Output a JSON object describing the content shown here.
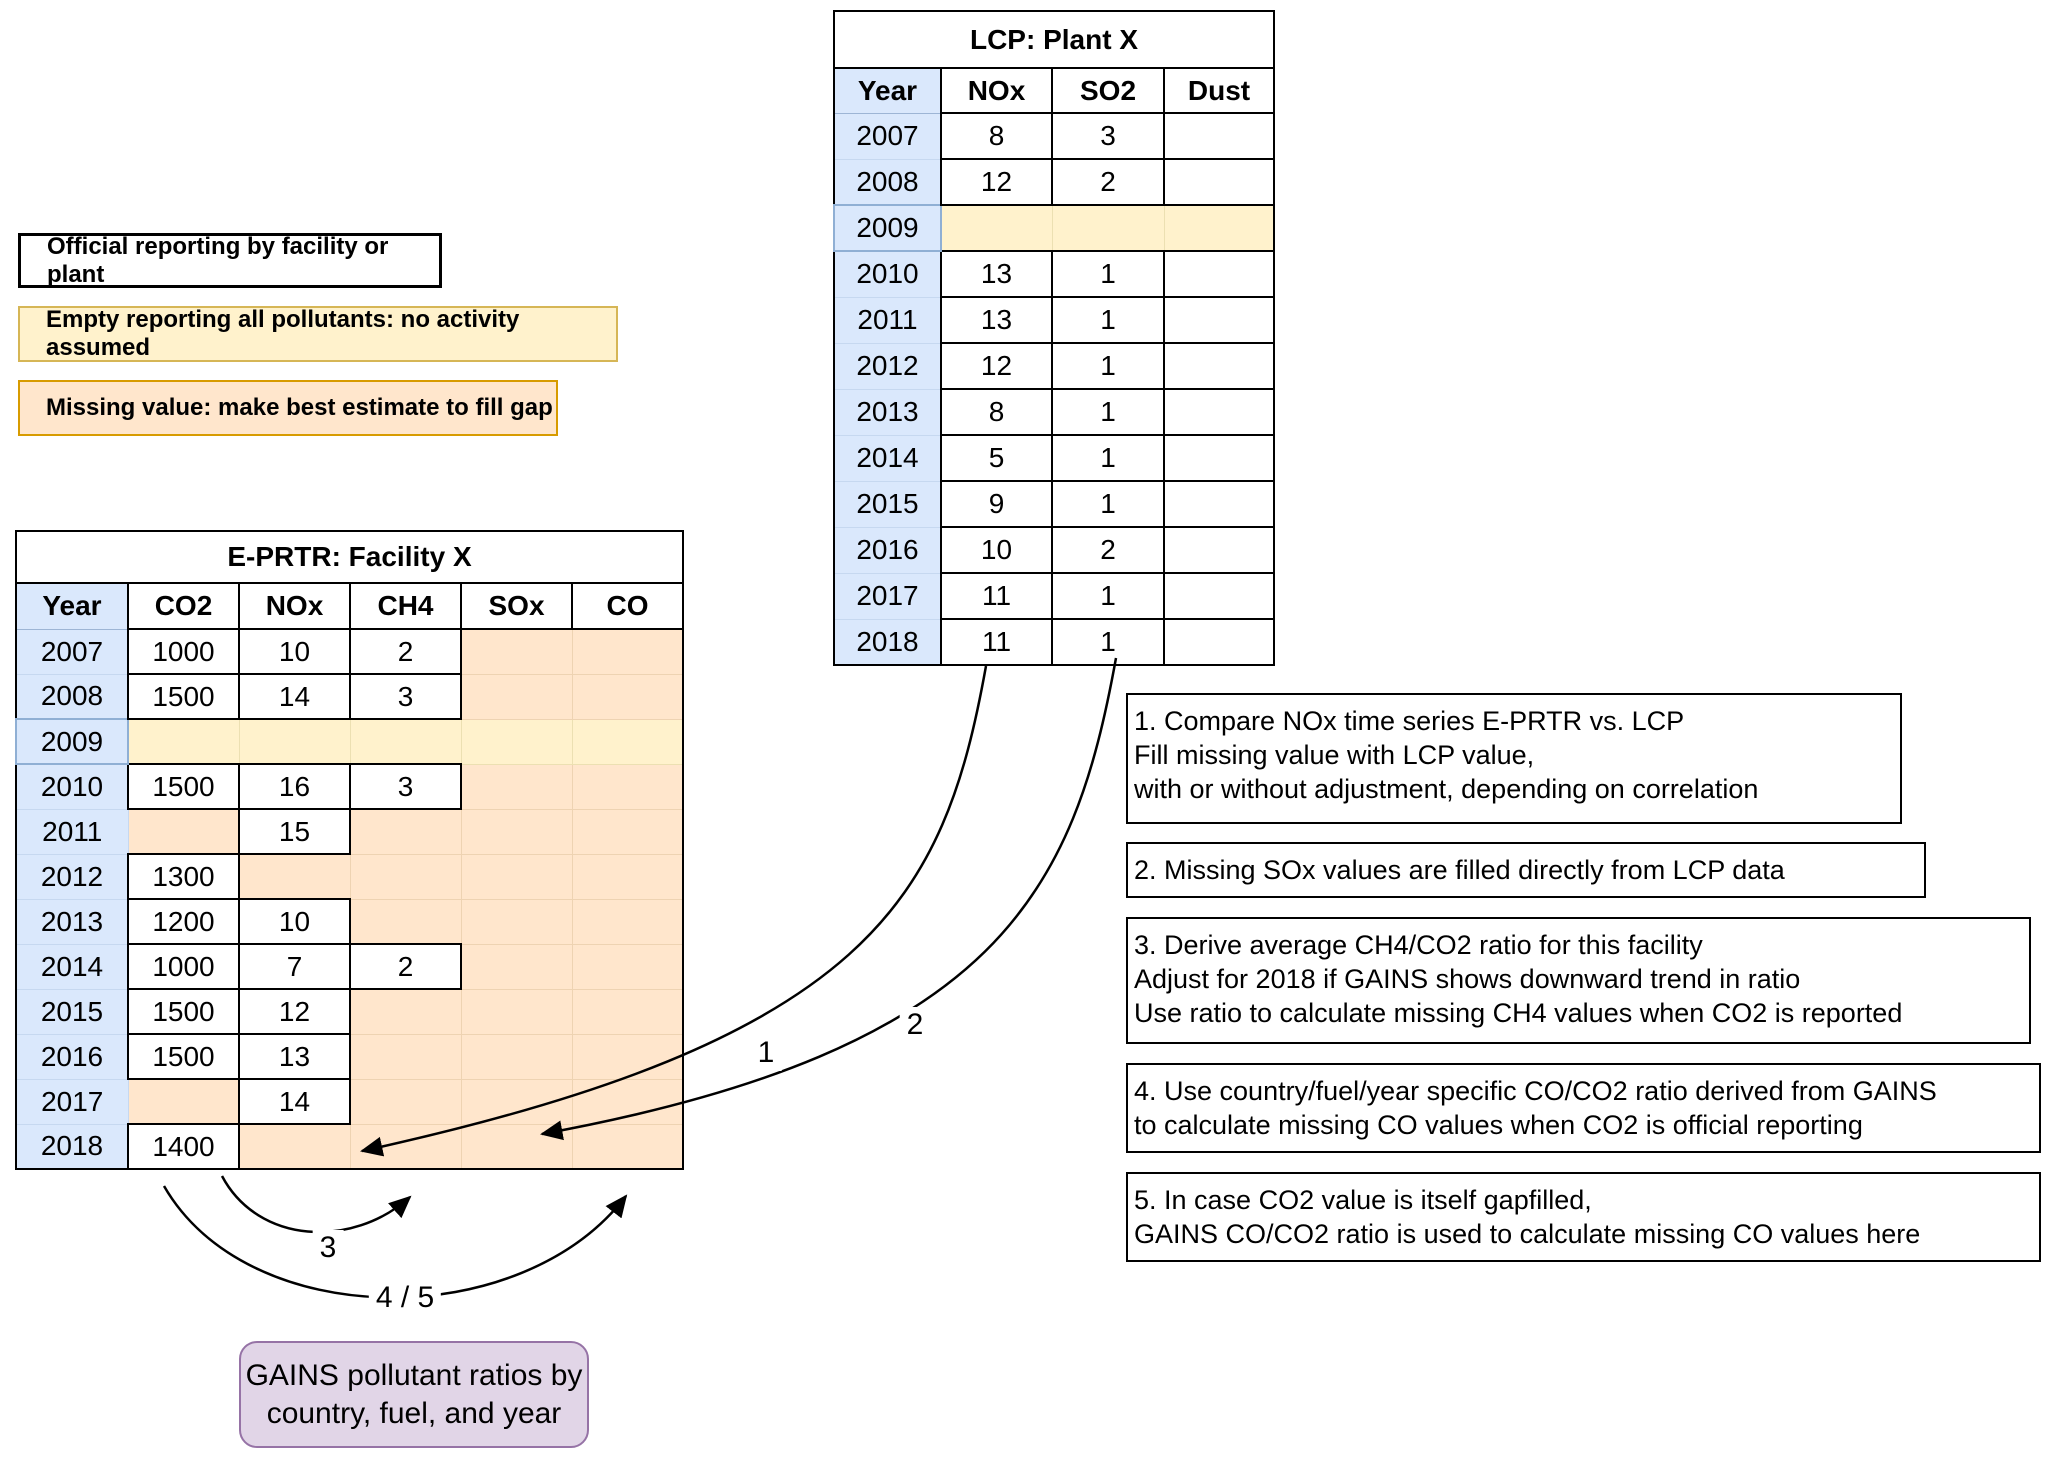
{
  "legend": {
    "official": "Official reporting by facility or plant",
    "empty_reporting": "Empty reporting all pollutants: no activity assumed",
    "missing_value": "Missing value: make best estimate to fill gap"
  },
  "lcp_table": {
    "title": "LCP: Plant X",
    "columns": [
      "Year",
      "NOx",
      "SO2",
      "Dust"
    ],
    "rows": [
      {
        "year": "2007",
        "cells": [
          {
            "v": "8",
            "t": "official"
          },
          {
            "v": "3",
            "t": "official"
          },
          {
            "v": "",
            "t": "official"
          }
        ]
      },
      {
        "year": "2008",
        "cells": [
          {
            "v": "12",
            "t": "official"
          },
          {
            "v": "2",
            "t": "official"
          },
          {
            "v": "",
            "t": "official"
          }
        ]
      },
      {
        "year": "2009",
        "highlight": true,
        "cells": [
          {
            "v": "",
            "t": "empty"
          },
          {
            "v": "",
            "t": "empty"
          },
          {
            "v": "",
            "t": "empty"
          }
        ]
      },
      {
        "year": "2010",
        "cells": [
          {
            "v": "13",
            "t": "official"
          },
          {
            "v": "1",
            "t": "official"
          },
          {
            "v": "",
            "t": "official"
          }
        ]
      },
      {
        "year": "2011",
        "cells": [
          {
            "v": "13",
            "t": "official"
          },
          {
            "v": "1",
            "t": "official"
          },
          {
            "v": "",
            "t": "official"
          }
        ]
      },
      {
        "year": "2012",
        "cells": [
          {
            "v": "12",
            "t": "official"
          },
          {
            "v": "1",
            "t": "official"
          },
          {
            "v": "",
            "t": "official"
          }
        ]
      },
      {
        "year": "2013",
        "cells": [
          {
            "v": "8",
            "t": "official"
          },
          {
            "v": "1",
            "t": "official"
          },
          {
            "v": "",
            "t": "official"
          }
        ]
      },
      {
        "year": "2014",
        "cells": [
          {
            "v": "5",
            "t": "official"
          },
          {
            "v": "1",
            "t": "official"
          },
          {
            "v": "",
            "t": "official"
          }
        ]
      },
      {
        "year": "2015",
        "cells": [
          {
            "v": "9",
            "t": "official"
          },
          {
            "v": "1",
            "t": "official"
          },
          {
            "v": "",
            "t": "official"
          }
        ]
      },
      {
        "year": "2016",
        "cells": [
          {
            "v": "10",
            "t": "official"
          },
          {
            "v": "2",
            "t": "official"
          },
          {
            "v": "",
            "t": "official"
          }
        ]
      },
      {
        "year": "2017",
        "cells": [
          {
            "v": "11",
            "t": "official"
          },
          {
            "v": "1",
            "t": "official"
          },
          {
            "v": "",
            "t": "official"
          }
        ]
      },
      {
        "year": "2018",
        "cells": [
          {
            "v": "11",
            "t": "official"
          },
          {
            "v": "1",
            "t": "official"
          },
          {
            "v": "",
            "t": "official"
          }
        ]
      }
    ]
  },
  "eprtr_table": {
    "title": "E-PRTR: Facility X",
    "columns": [
      "Year",
      "CO2",
      "NOx",
      "CH4",
      "SOx",
      "CO"
    ],
    "rows": [
      {
        "year": "2007",
        "cells": [
          {
            "v": "1000",
            "t": "official"
          },
          {
            "v": "10",
            "t": "official"
          },
          {
            "v": "2",
            "t": "official"
          },
          {
            "v": "",
            "t": "missing"
          },
          {
            "v": "",
            "t": "missing"
          }
        ]
      },
      {
        "year": "2008",
        "cells": [
          {
            "v": "1500",
            "t": "official"
          },
          {
            "v": "14",
            "t": "official"
          },
          {
            "v": "3",
            "t": "official"
          },
          {
            "v": "",
            "t": "missing"
          },
          {
            "v": "",
            "t": "missing"
          }
        ]
      },
      {
        "year": "2009",
        "highlight": true,
        "cells": [
          {
            "v": "",
            "t": "empty"
          },
          {
            "v": "",
            "t": "empty"
          },
          {
            "v": "",
            "t": "empty"
          },
          {
            "v": "",
            "t": "empty"
          },
          {
            "v": "",
            "t": "empty"
          }
        ]
      },
      {
        "year": "2010",
        "cells": [
          {
            "v": "1500",
            "t": "official"
          },
          {
            "v": "16",
            "t": "official"
          },
          {
            "v": "3",
            "t": "official"
          },
          {
            "v": "",
            "t": "missing"
          },
          {
            "v": "",
            "t": "missing"
          }
        ]
      },
      {
        "year": "2011",
        "cells": [
          {
            "v": "",
            "t": "missing"
          },
          {
            "v": "15",
            "t": "official"
          },
          {
            "v": "",
            "t": "missing"
          },
          {
            "v": "",
            "t": "missing"
          },
          {
            "v": "",
            "t": "missing"
          }
        ]
      },
      {
        "year": "2012",
        "cells": [
          {
            "v": "1300",
            "t": "official"
          },
          {
            "v": "",
            "t": "missing"
          },
          {
            "v": "",
            "t": "missing"
          },
          {
            "v": "",
            "t": "missing"
          },
          {
            "v": "",
            "t": "missing"
          }
        ]
      },
      {
        "year": "2013",
        "cells": [
          {
            "v": "1200",
            "t": "official"
          },
          {
            "v": "10",
            "t": "official"
          },
          {
            "v": "",
            "t": "missing"
          },
          {
            "v": "",
            "t": "missing"
          },
          {
            "v": "",
            "t": "missing"
          }
        ]
      },
      {
        "year": "2014",
        "cells": [
          {
            "v": "1000",
            "t": "official"
          },
          {
            "v": "7",
            "t": "official"
          },
          {
            "v": "2",
            "t": "official"
          },
          {
            "v": "",
            "t": "missing"
          },
          {
            "v": "",
            "t": "missing"
          }
        ]
      },
      {
        "year": "2015",
        "cells": [
          {
            "v": "1500",
            "t": "official"
          },
          {
            "v": "12",
            "t": "official"
          },
          {
            "v": "",
            "t": "missing"
          },
          {
            "v": "",
            "t": "missing"
          },
          {
            "v": "",
            "t": "missing"
          }
        ]
      },
      {
        "year": "2016",
        "cells": [
          {
            "v": "1500",
            "t": "official"
          },
          {
            "v": "13",
            "t": "official"
          },
          {
            "v": "",
            "t": "missing"
          },
          {
            "v": "",
            "t": "missing"
          },
          {
            "v": "",
            "t": "missing"
          }
        ]
      },
      {
        "year": "2017",
        "cells": [
          {
            "v": "",
            "t": "missing"
          },
          {
            "v": "14",
            "t": "official"
          },
          {
            "v": "",
            "t": "missing"
          },
          {
            "v": "",
            "t": "missing"
          },
          {
            "v": "",
            "t": "missing"
          }
        ]
      },
      {
        "year": "2018",
        "cells": [
          {
            "v": "1400",
            "t": "official"
          },
          {
            "v": "",
            "t": "missing"
          },
          {
            "v": "",
            "t": "missing"
          },
          {
            "v": "",
            "t": "missing"
          },
          {
            "v": "",
            "t": "missing"
          }
        ]
      }
    ]
  },
  "notes": [
    {
      "text": "1. Compare NOx time series E-PRTR vs. LCP\nFill missing value with LCP value,\n with or without adjustment, depending on correlation"
    },
    {
      "text": "2. Missing SOx values are filled directly from LCP data"
    },
    {
      "text": "3. Derive average CH4/CO2 ratio for this facility\nAdjust for 2018 if GAINS shows downward trend in ratio\nUse ratio to calculate missing CH4 values when CO2 is reported"
    },
    {
      "text": "4. Use country/fuel/year specific CO/CO2 ratio derived from GAINS\nto calculate missing CO values when CO2 is official reporting"
    },
    {
      "text": "5. In case CO2 value is itself gapfilled,\nGAINS CO/CO2 ratio is used to calculate missing CO values here"
    }
  ],
  "arrow_labels": {
    "one": "1",
    "two": "2",
    "three": "3",
    "four_five": "4 / 5"
  },
  "gains_box": "GAINS pollutant ratios by\ncountry, fuel, and year",
  "colors": {
    "year_fill": "#DAE8FC",
    "empty_fill": "#FFF2CC",
    "empty_border": "#D6B656",
    "missing_fill": "#FFE6CC",
    "missing_border": "#D79B00",
    "gains_fill": "#E1D5E7",
    "gains_border": "#9673A6"
  }
}
